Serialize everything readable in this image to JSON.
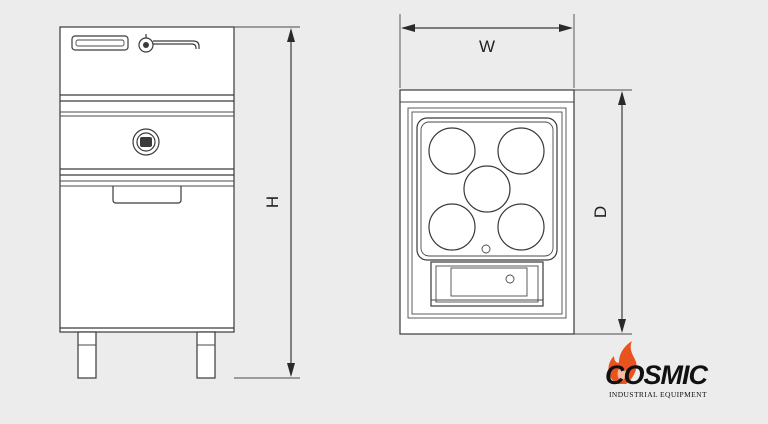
{
  "dimensions": {
    "height_label": "H",
    "width_label": "W",
    "depth_label": "D"
  },
  "logo": {
    "word": "COSMIC",
    "tagline": "INDUSTRIAL EQUIPMENT",
    "flame_color": "#e8531f"
  },
  "colors": {
    "background": "#ececec",
    "line": "#3a3a3a"
  }
}
